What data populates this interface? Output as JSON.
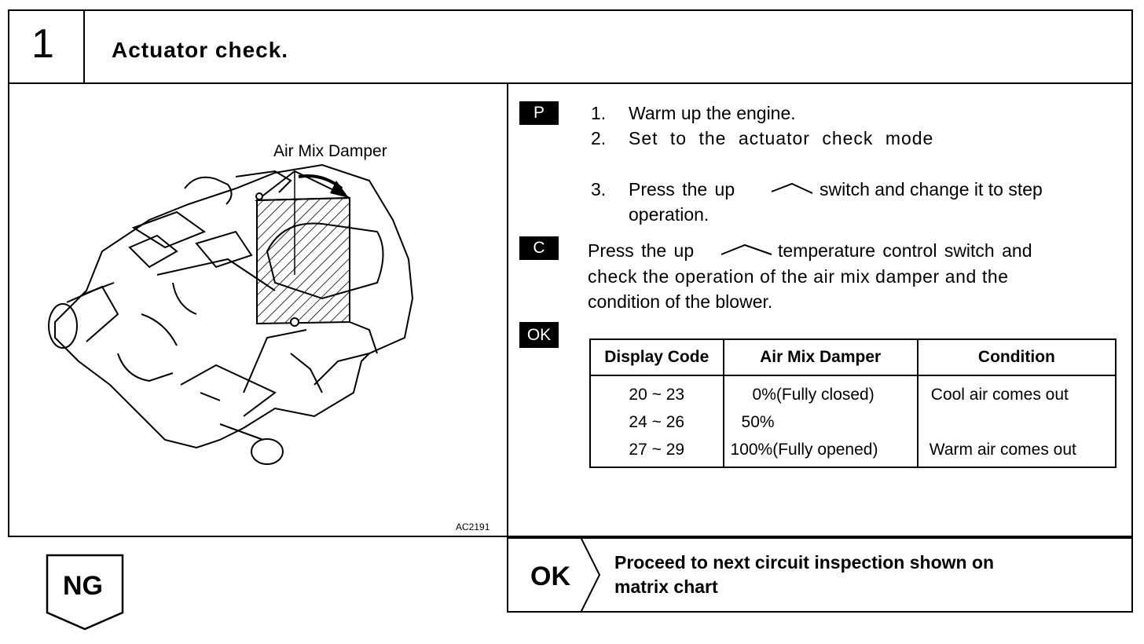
{
  "step": {
    "number": "1",
    "title": "Actuator check."
  },
  "figure": {
    "label": "Air Mix Damper",
    "code": "AC2191"
  },
  "tags": {
    "prep": "P",
    "check": "C",
    "ok": "OK"
  },
  "steps": [
    {
      "num": "1.",
      "text": "Warm up the engine."
    },
    {
      "num": "2.",
      "text": "Set to the actuator check mode"
    },
    {
      "num": "3.",
      "text_before": "Press the up",
      "text_after": "switch and change it to step",
      "text_line2": "operation."
    }
  ],
  "check": {
    "line1_before": "Press the up",
    "line1_after": "temperature control switch and",
    "line2": "check the operation of the air mix damper and the",
    "line3": "condition of the blower."
  },
  "table": {
    "headers": [
      "Display Code",
      "Air Mix Damper",
      "Condition"
    ],
    "rows": [
      [
        "20 ~ 23",
        "0%(Fully closed)",
        "Cool air comes out"
      ],
      [
        "24 ~ 26",
        "50%",
        ""
      ],
      [
        "27 ~ 29",
        "100%(Fully opened)",
        "Warm air comes out"
      ]
    ]
  },
  "result_ng": {
    "label": "NG"
  },
  "result_ok": {
    "label": "OK",
    "line1": "Proceed to next circuit inspection shown on",
    "line2": "matrix chart"
  }
}
